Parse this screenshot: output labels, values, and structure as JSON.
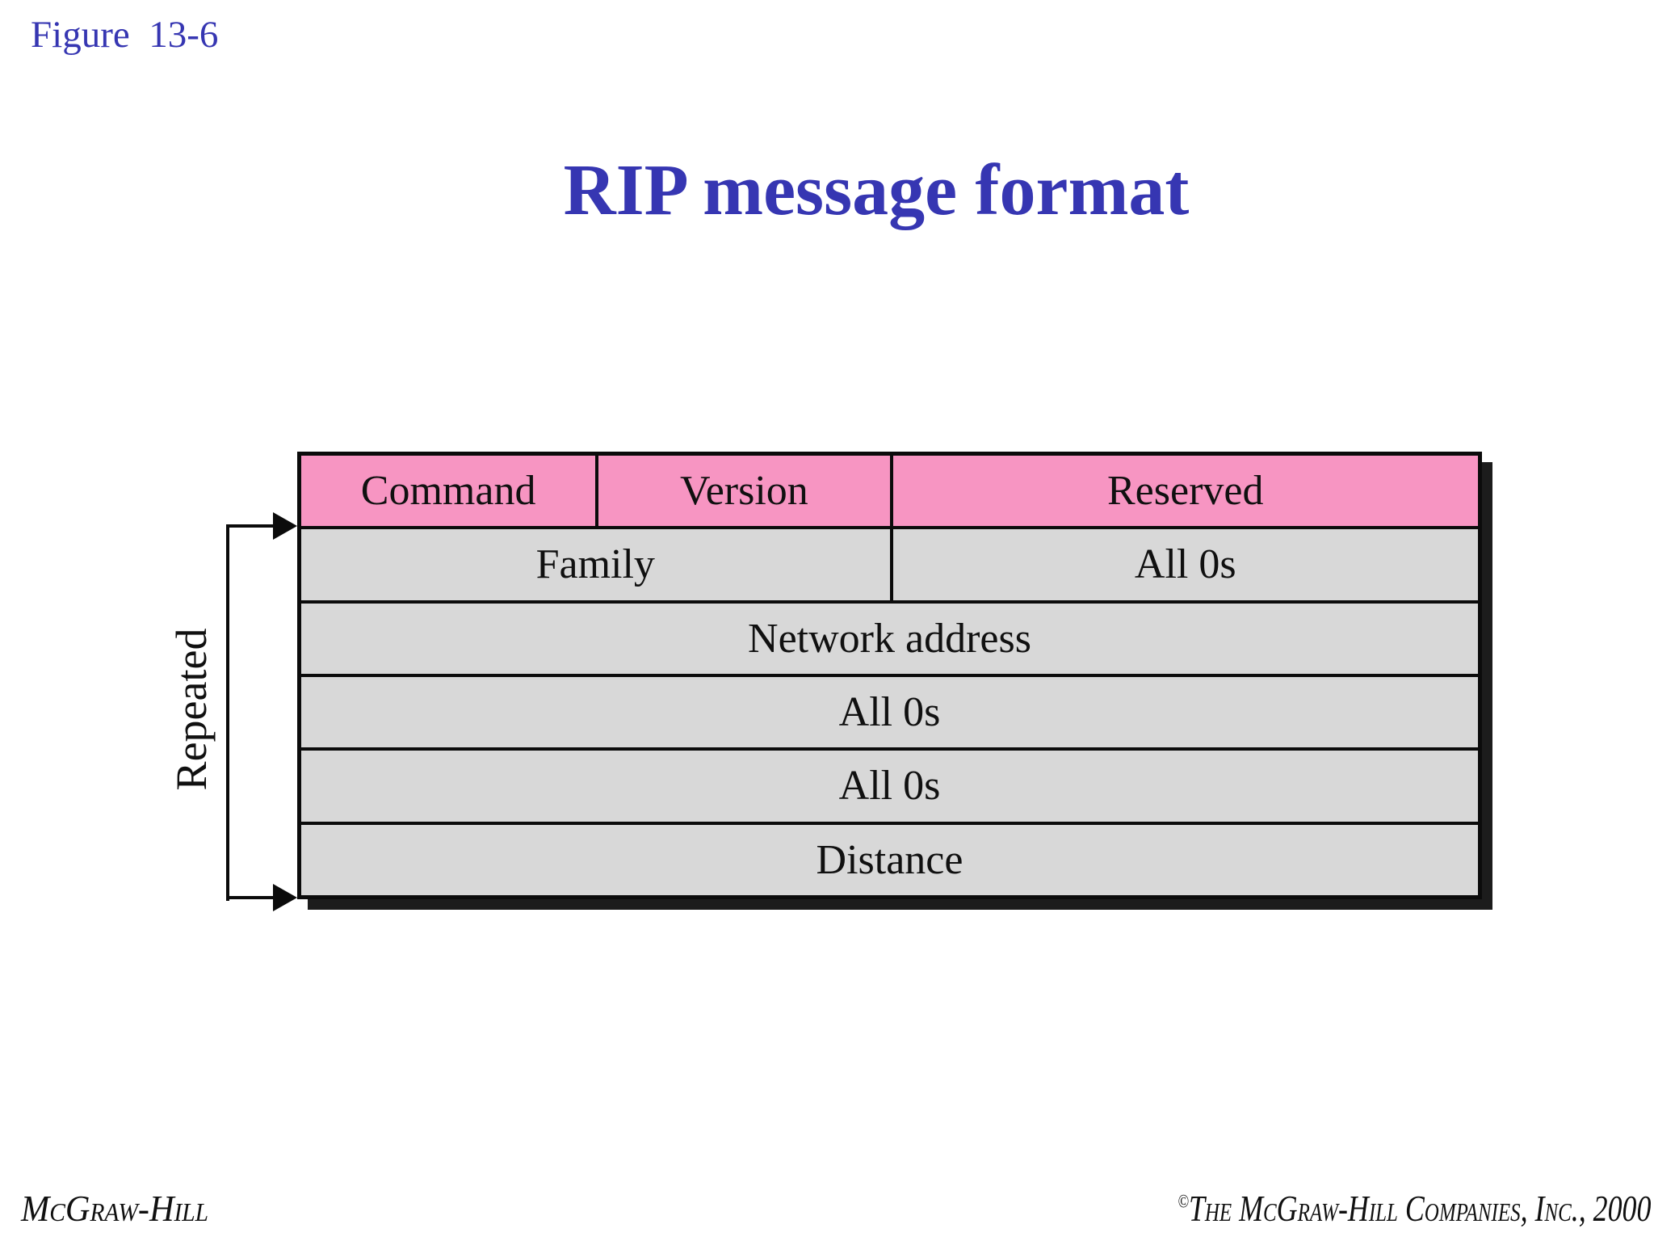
{
  "figure_label": "Figure  13-6",
  "title": "RIP message format",
  "diagram": {
    "repeated_label": "Repeated",
    "rows": [
      {
        "kind": "header",
        "cells": [
          {
            "label": "Command",
            "width_pct": 25
          },
          {
            "label": "Version",
            "width_pct": 25
          },
          {
            "label": "Reserved",
            "width_pct": 50
          }
        ]
      },
      {
        "kind": "body",
        "cells": [
          {
            "label": "Family",
            "width_pct": 50
          },
          {
            "label": "All 0s",
            "width_pct": 50
          }
        ]
      },
      {
        "kind": "body",
        "cells": [
          {
            "label": "Network address",
            "width_pct": 100
          }
        ]
      },
      {
        "kind": "body",
        "cells": [
          {
            "label": "All 0s",
            "width_pct": 100
          }
        ]
      },
      {
        "kind": "body",
        "cells": [
          {
            "label": "All 0s",
            "width_pct": 100
          }
        ]
      },
      {
        "kind": "body",
        "cells": [
          {
            "label": "Distance",
            "width_pct": 100
          }
        ]
      }
    ]
  },
  "footer": {
    "left": "McGraw-Hill",
    "right_symbol": "©",
    "right_text": "The McGraw-Hill Companies, Inc., 2000"
  },
  "colors": {
    "header_pink": "#F795C2",
    "cell_gray": "#D8D8D8",
    "accent_blue": "#3636B2",
    "shadow_dark": "#1C1C1C",
    "line_black": "#0B0B0B"
  }
}
